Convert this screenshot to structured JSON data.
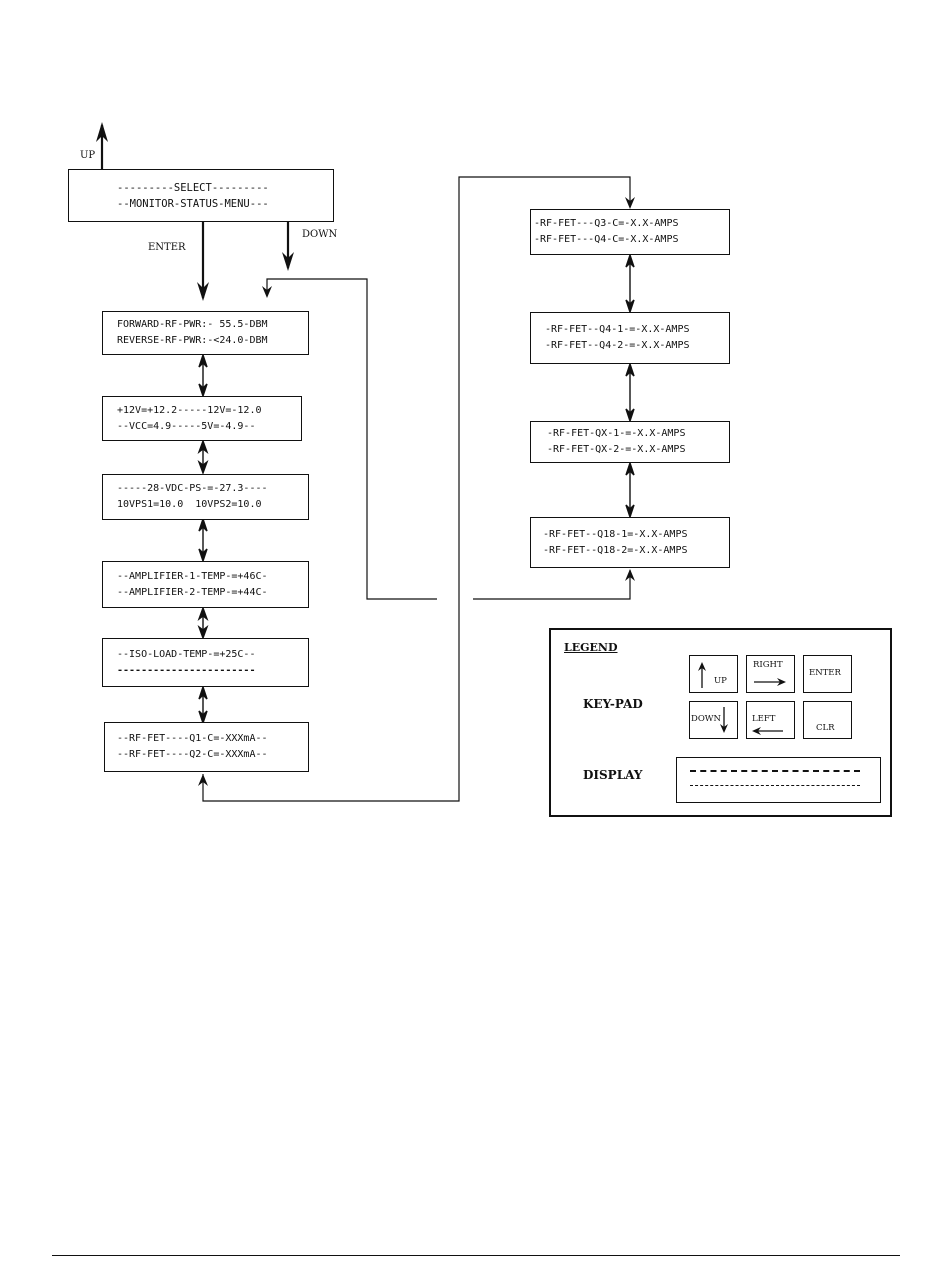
{
  "labels": {
    "up": "UP",
    "enter": "ENTER",
    "down": "DOWN"
  },
  "select_menu": {
    "line1": "---------SELECT---------",
    "line2": "--MONITOR-STATUS-MENU---"
  },
  "left_screens": [
    {
      "line1": "FORWARD-RF-PWR:- 55.5-DBM",
      "line2": "REVERSE-RF-PWR:-<24.0-DBM"
    },
    {
      "line1": "+12V=+12.2-----12V=-12.0",
      "line2": "--VCC=4.9-----5V=-4.9--"
    },
    {
      "line1": "-----28-VDC-PS-=-27.3----",
      "line2": "10VPS1=10.0  10VPS2=10.0"
    },
    {
      "line1": "--AMPLIFIER-1-TEMP-=+46C-",
      "line2": "--AMPLIFIER-2-TEMP-=+44C-"
    },
    {
      "line1": "--ISO-LOAD-TEMP-=+25C--",
      "line2": "-----------------------"
    },
    {
      "line1": "--RF-FET----Q1-C=-XXXmA--",
      "line2": "--RF-FET----Q2-C=-XXXmA--"
    }
  ],
  "right_screens": [
    {
      "line1": "-RF-FET---Q3-C=-X.X-AMPS",
      "line2": "-RF-FET---Q4-C=-X.X-AMPS"
    },
    {
      "line1": "-RF-FET--Q4-1-=-X.X-AMPS",
      "line2": "-RF-FET--Q4-2-=-X.X-AMPS"
    },
    {
      "line1": "-RF-FET-QX-1-=-X.X-AMPS",
      "line2": "-RF-FET-QX-2-=-X.X-AMPS"
    },
    {
      "line1": "-RF-FET--Q18-1=-X.X-AMPS",
      "line2": "-RF-FET--Q18-2=-X.X-AMPS"
    }
  ],
  "legend": {
    "title": "LEGEND",
    "keypad_label": "KEY-PAD",
    "display_label": "DISPLAY",
    "keys": {
      "up": "UP",
      "right": "RIGHT",
      "enter": "ENTER",
      "down": "DOWN",
      "left": "LEFT",
      "clr": "CLR"
    },
    "key_icons": {
      "up": "arrow-up-icon",
      "right": "arrow-right-icon",
      "down": "arrow-down-icon",
      "left": "arrow-left-icon"
    }
  }
}
